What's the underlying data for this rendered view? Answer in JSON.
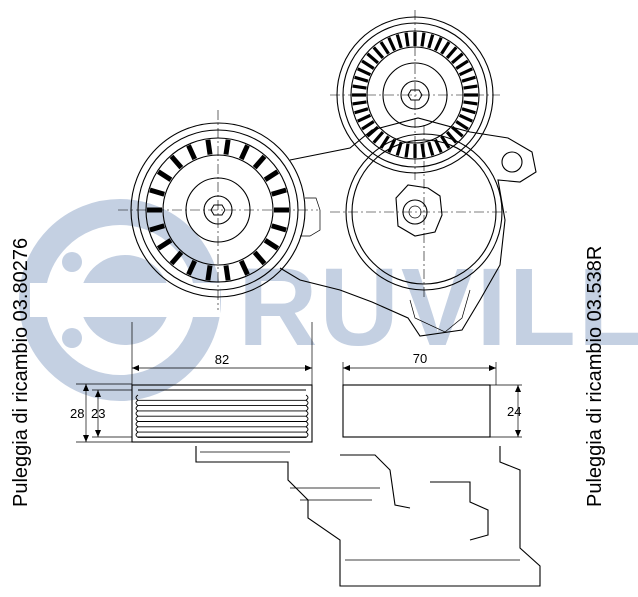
{
  "watermark": {
    "brand": "RUVILLE",
    "color": "#c4d0e2"
  },
  "labels": {
    "left": "Puleggia di ricambio 03.80276",
    "right": "Puleggia di ricambio 03.538R"
  },
  "dimensions": {
    "left_pulley_width": "82",
    "right_pulley_width": "70",
    "left_outer_height": "28",
    "left_inner_height": "23",
    "right_height": "24"
  }
}
